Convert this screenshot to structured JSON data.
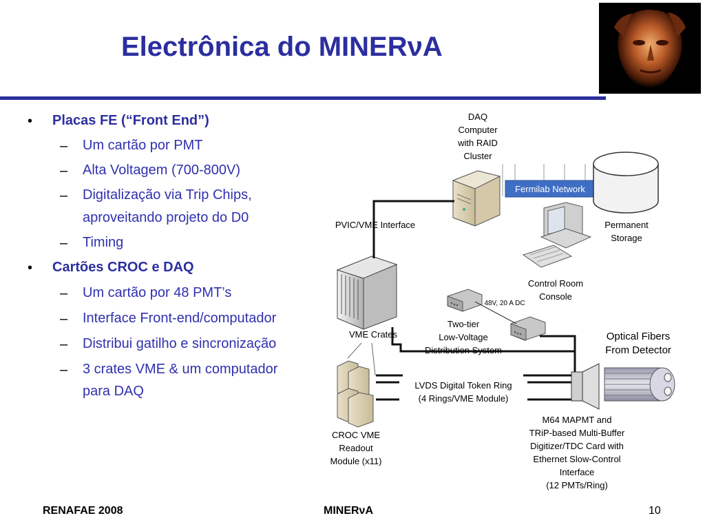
{
  "title": "Electrônica do MINERνA",
  "bullets": [
    {
      "text": "Placas  FE (“Front End”)",
      "level": 1
    },
    {
      "text": "Um cartão por PMT",
      "level": 2
    },
    {
      "text": "Alta Voltagem (700-800V)",
      "level": 2
    },
    {
      "text": "Digitalização via Trip Chips,",
      "level": 2
    },
    {
      "text": "aproveitando projeto do D0",
      "level": 2
    },
    {
      "text": "Timing",
      "level": 2
    },
    {
      "text": "Cartões CROC  e DAQ",
      "level": 1
    },
    {
      "text": "Um cartão por 48 PMT’s",
      "level": 2
    },
    {
      "text": "Interface Front-end/computador",
      "level": 2
    },
    {
      "text": "Distribui gatilho e sincronização",
      "level": 2
    },
    {
      "text": "3 crates VME & um computador",
      "level": 2
    },
    {
      "text": "para DAQ",
      "level": 2
    }
  ],
  "bullet_marks": {
    "level1": "•",
    "level2": "–"
  },
  "diagram": {
    "daq_computer": [
      "DAQ",
      "Computer",
      "with RAID",
      "Cluster"
    ],
    "fermilab_network": "Fermilab Network",
    "permanent_storage": [
      "Permanent",
      "Storage"
    ],
    "pvic_interface": "PVIC/VME Interface",
    "control_room": [
      "Control Room",
      "Console"
    ],
    "power_label": "48V, 20 A  DC",
    "low_voltage": [
      "Two-tier",
      "Low-Voltage",
      "Distribution System"
    ],
    "vme_crates": "VME Crates",
    "optical_fibers": [
      "Optical Fibers",
      "From Detector"
    ],
    "lvds_ring": [
      "LVDS Digital Token Ring",
      "(4 Rings/VME Module)"
    ],
    "croc_module": [
      "CROC VME",
      "Readout",
      "Module (x11)"
    ],
    "mapmt_card": [
      "M64 MAPMT and",
      "TRiP-based Multi-Buffer",
      "Digitizer/TDC Card with",
      "Ethernet Slow-Control",
      "Interface",
      "(12 PMTs/Ring)"
    ]
  },
  "footer": {
    "left": "RENAFAE 2008",
    "center": "MINERνA",
    "page": "10"
  },
  "colors": {
    "title": "#2b2f9e",
    "bullet_level1": "#2b2f9e",
    "bullet_level2": "#3030b0",
    "rule": "#2b2f9e",
    "network_band": "#3f6fc4"
  }
}
